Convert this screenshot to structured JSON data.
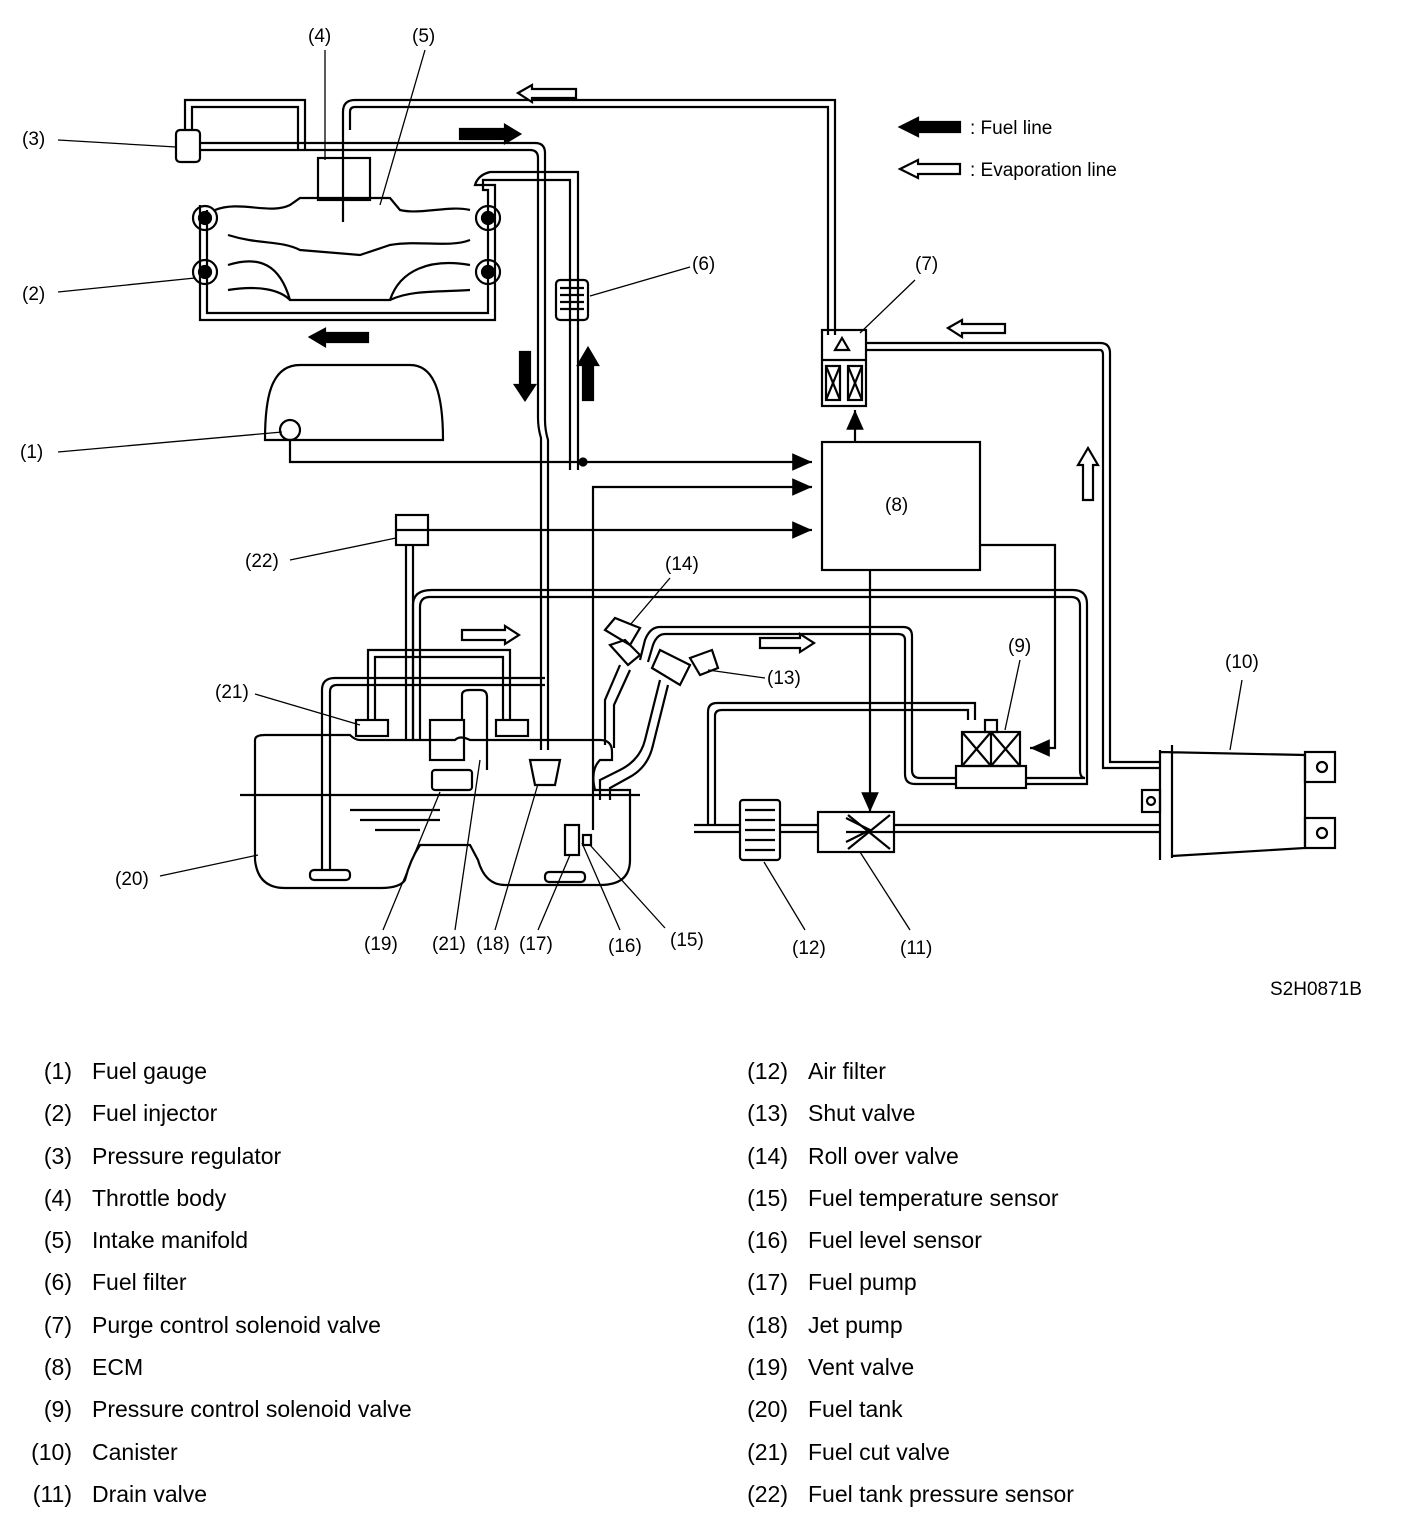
{
  "legend": {
    "fuel_line": ": Fuel line",
    "evaporation_line": ": Evaporation line"
  },
  "figure_code": "S2H0871B",
  "callouts": {
    "c1": "(1)",
    "c2": "(2)",
    "c3": "(3)",
    "c4": "(4)",
    "c5": "(5)",
    "c6": "(6)",
    "c7": "(7)",
    "c8": "(8)",
    "c9": "(9)",
    "c10": "(10)",
    "c11": "(11)",
    "c12": "(12)",
    "c13": "(13)",
    "c14": "(14)",
    "c15": "(15)",
    "c16": "(16)",
    "c17": "(17)",
    "c18": "(18)",
    "c19": "(19)",
    "c20": "(20)",
    "c21a": "(21)",
    "c21b": "(21)",
    "c22": "(22)"
  },
  "parts_left": [
    {
      "num": "(1)",
      "label": "Fuel gauge"
    },
    {
      "num": "(2)",
      "label": "Fuel injector"
    },
    {
      "num": "(3)",
      "label": "Pressure regulator"
    },
    {
      "num": "(4)",
      "label": "Throttle body"
    },
    {
      "num": "(5)",
      "label": "Intake manifold"
    },
    {
      "num": "(6)",
      "label": "Fuel filter"
    },
    {
      "num": "(7)",
      "label": "Purge control solenoid valve"
    },
    {
      "num": "(8)",
      "label": "ECM"
    },
    {
      "num": "(9)",
      "label": "Pressure control solenoid valve"
    },
    {
      "num": "(10)",
      "label": "Canister"
    },
    {
      "num": "(11)",
      "label": "Drain valve"
    }
  ],
  "parts_right": [
    {
      "num": "(12)",
      "label": "Air filter"
    },
    {
      "num": "(13)",
      "label": "Shut valve"
    },
    {
      "num": "(14)",
      "label": "Roll over valve"
    },
    {
      "num": "(15)",
      "label": "Fuel temperature sensor"
    },
    {
      "num": "(16)",
      "label": "Fuel level sensor"
    },
    {
      "num": "(17)",
      "label": "Fuel pump"
    },
    {
      "num": "(18)",
      "label": "Jet pump"
    },
    {
      "num": "(19)",
      "label": "Vent valve"
    },
    {
      "num": "(20)",
      "label": "Fuel tank"
    },
    {
      "num": "(21)",
      "label": "Fuel cut valve"
    },
    {
      "num": "(22)",
      "label": "Fuel tank pressure sensor"
    }
  ]
}
